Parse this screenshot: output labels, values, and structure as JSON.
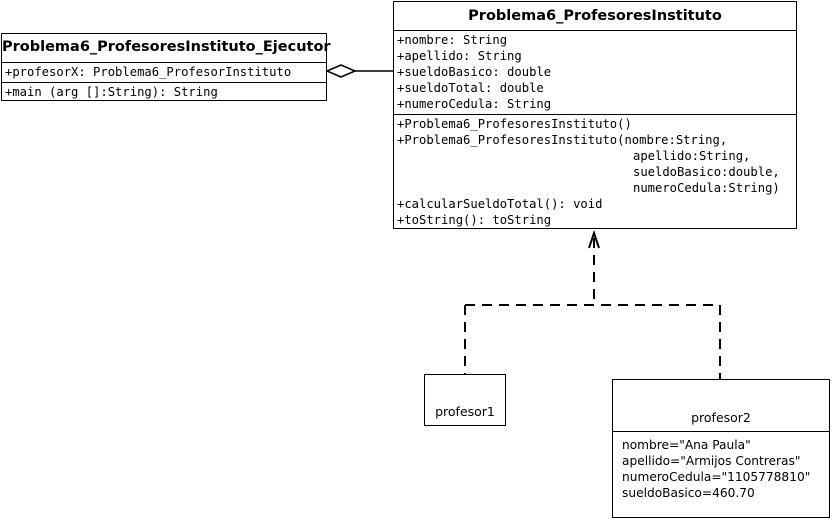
{
  "executor_class": {
    "name": "Problema6_ProfesoresInstituto_Ejecutor",
    "attributes": [
      "+profesorX: Problema6_ProfesorInstituto"
    ],
    "methods": [
      "+main (arg []:String): String"
    ]
  },
  "main_class": {
    "name": "Problema6_ProfesoresInstituto",
    "attributes": [
      "+nombre: String",
      "+apellido: String",
      "+sueldoBasico: double",
      "+sueldoTotal: double",
      "+numeroCedula: String"
    ],
    "methods": [
      "+Problema6_ProfesoresInstituto()",
      "+Problema6_ProfesoresInstituto(nombre:String,",
      "apellido:String,",
      "sueldoBasico:double,",
      "numeroCedula:String)",
      "+calcularSueldoTotal(): void",
      "+toString(): toString"
    ]
  },
  "objects": [
    {
      "name": "profesor1",
      "attributes": []
    },
    {
      "name": "profesor2",
      "attributes": [
        "nombre=\"Ana Paula\"",
        "apellido=\"Armijos Contreras\"",
        "numeroCedula=\"1105778810\"",
        "sueldoBasico=460.70"
      ]
    }
  ]
}
